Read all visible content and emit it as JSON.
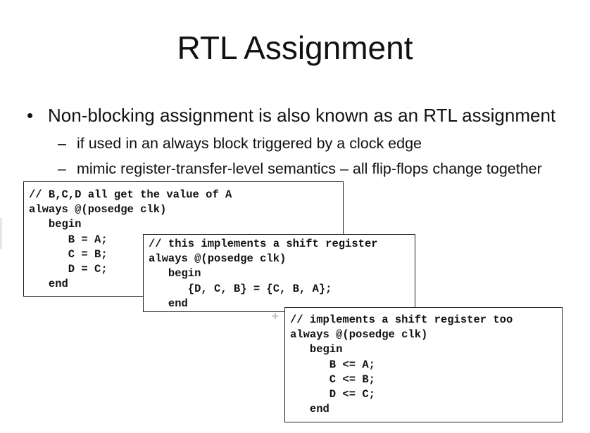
{
  "slide": {
    "title": "RTL Assignment",
    "bullet": "Non-blocking assignment is also known as an RTL assignment",
    "sub_items": [
      "if used in an always block triggered by a clock edge",
      "mimic register-transfer-level semantics – all flip-flops change together"
    ],
    "bullet_marker": "•",
    "dash_marker": "–"
  },
  "code_boxes": [
    {
      "lines": [
        "// B,C,D all get the value of A",
        "always @(posedge clk)",
        "   begin",
        "      B = A;",
        "      C = B;",
        "      D = C;",
        "   end"
      ]
    },
    {
      "lines": [
        "// this implements a shift register",
        "always @(posedge clk)",
        "   begin",
        "      {D, C, B} = {C, B, A};",
        "   end"
      ]
    },
    {
      "lines": [
        "// implements a shift register too",
        "always @(posedge clk)",
        "   begin",
        "      B <= A;",
        "      C <= B;",
        "      D <= C;",
        "   end"
      ]
    }
  ]
}
